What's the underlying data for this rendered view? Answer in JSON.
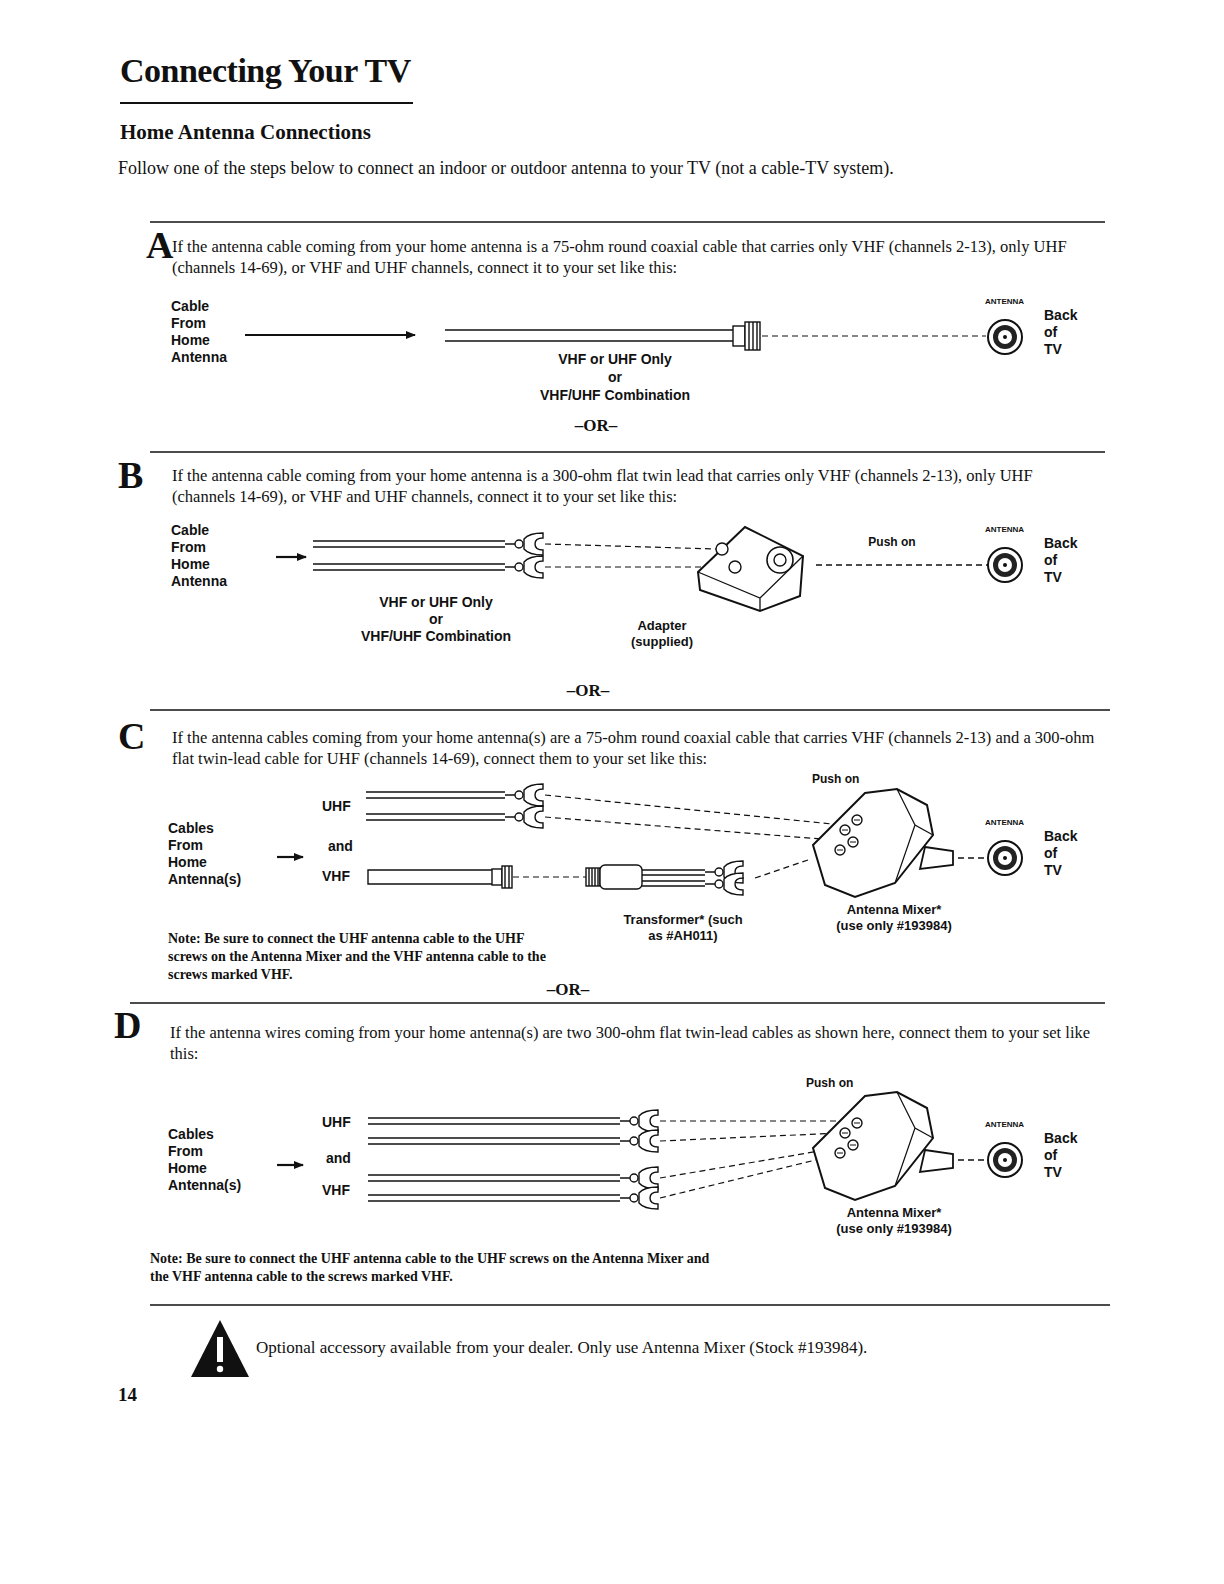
{
  "diagram": {
    "title": "Connecting Your TV",
    "nodes": [
      {
        "text": [
          "ANTENNA",
          "Back of TV"
        ]
      },
      {
        "text": [
          "Adapter (supplied)"
        ]
      },
      {
        "text": [
          "ANTENNA",
          "Back of TV"
        ]
      },
      {
        "text": [
          "Transformer* (such as #AH011)"
        ]
      },
      {
        "text": [
          "Antenna Mixer* (use only #193984)"
        ]
      },
      {
        "text": [
          "ANTENNA",
          "Back of TV"
        ]
      },
      {
        "text": [
          "Antenna Mixer* (use only #193984)"
        ]
      },
      {
        "text": [
          "ANTENNA",
          "Back of TV"
        ]
      }
    ],
    "edges": [
      {
        "from": 1,
        "to": 2,
        "label": "Push on",
        "arrow": "none"
      },
      {
        "from": 3,
        "to": 4,
        "arrow": "none"
      },
      {
        "from": 4,
        "to": 5,
        "arrow": "none"
      },
      {
        "from": 6,
        "to": 7,
        "arrow": "none"
      }
    ],
    "labels": [
      "Home Antenna Connections",
      "Follow one of the steps below to connect an indoor or outdoor antenna to your TV (not a cable-TV system).",
      "A",
      "If the antenna cable coming from your home antenna is a 75-ohm round coaxial cable that carries only VHF (channels 2-13), only UHF (channels 14-69), or VHF and UHF channels, connect it to your set like this:",
      "Cable From Home Antenna",
      "VHF or UHF Only",
      "or",
      "VHF/UHF Combination",
      "–OR–",
      "B",
      "If the antenna cable coming from your home antenna is a 300-ohm flat twin lead that carries only VHF (channels 2-13), only UHF (channels 14-69), or VHF and UHF channels, connect it to your set like this:",
      "Cable From Home Antenna",
      "VHF or UHF Only",
      "or",
      "VHF/UHF Combination",
      "–OR–",
      "C",
      "If the antenna cables coming from your home antenna(s) are a 75-ohm round coaxial cable that carries VHF (channels 2-13) and a 300-ohm flat twin-lead cable for UHF (channels 14-69), connect them to your set like this:",
      "UHF",
      "Cables From Home Antenna(s)",
      "and",
      "VHF",
      "Push on",
      "Note: Be sure to connect the UHF antenna cable to the UHF screws on the Antenna Mixer and the VHF antenna cable to the screws marked VHF.",
      "–OR–",
      "D",
      "If the antenna wires coming from your home antenna(s) are two 300-ohm flat twin-lead cables as shown here, connect them to your set like this:",
      "Push on",
      "UHF",
      "Cables From Home Antenna(s)",
      "and",
      "VHF",
      "Note: Be sure to connect the UHF antenna cable to the UHF screws on the Antenna Mixer and the VHF antenna cable to the screws marked VHF.",
      "Optional accessory available from your dealer.  Only use Antenna Mixer (Stock #193984).",
      "14"
    ]
  }
}
